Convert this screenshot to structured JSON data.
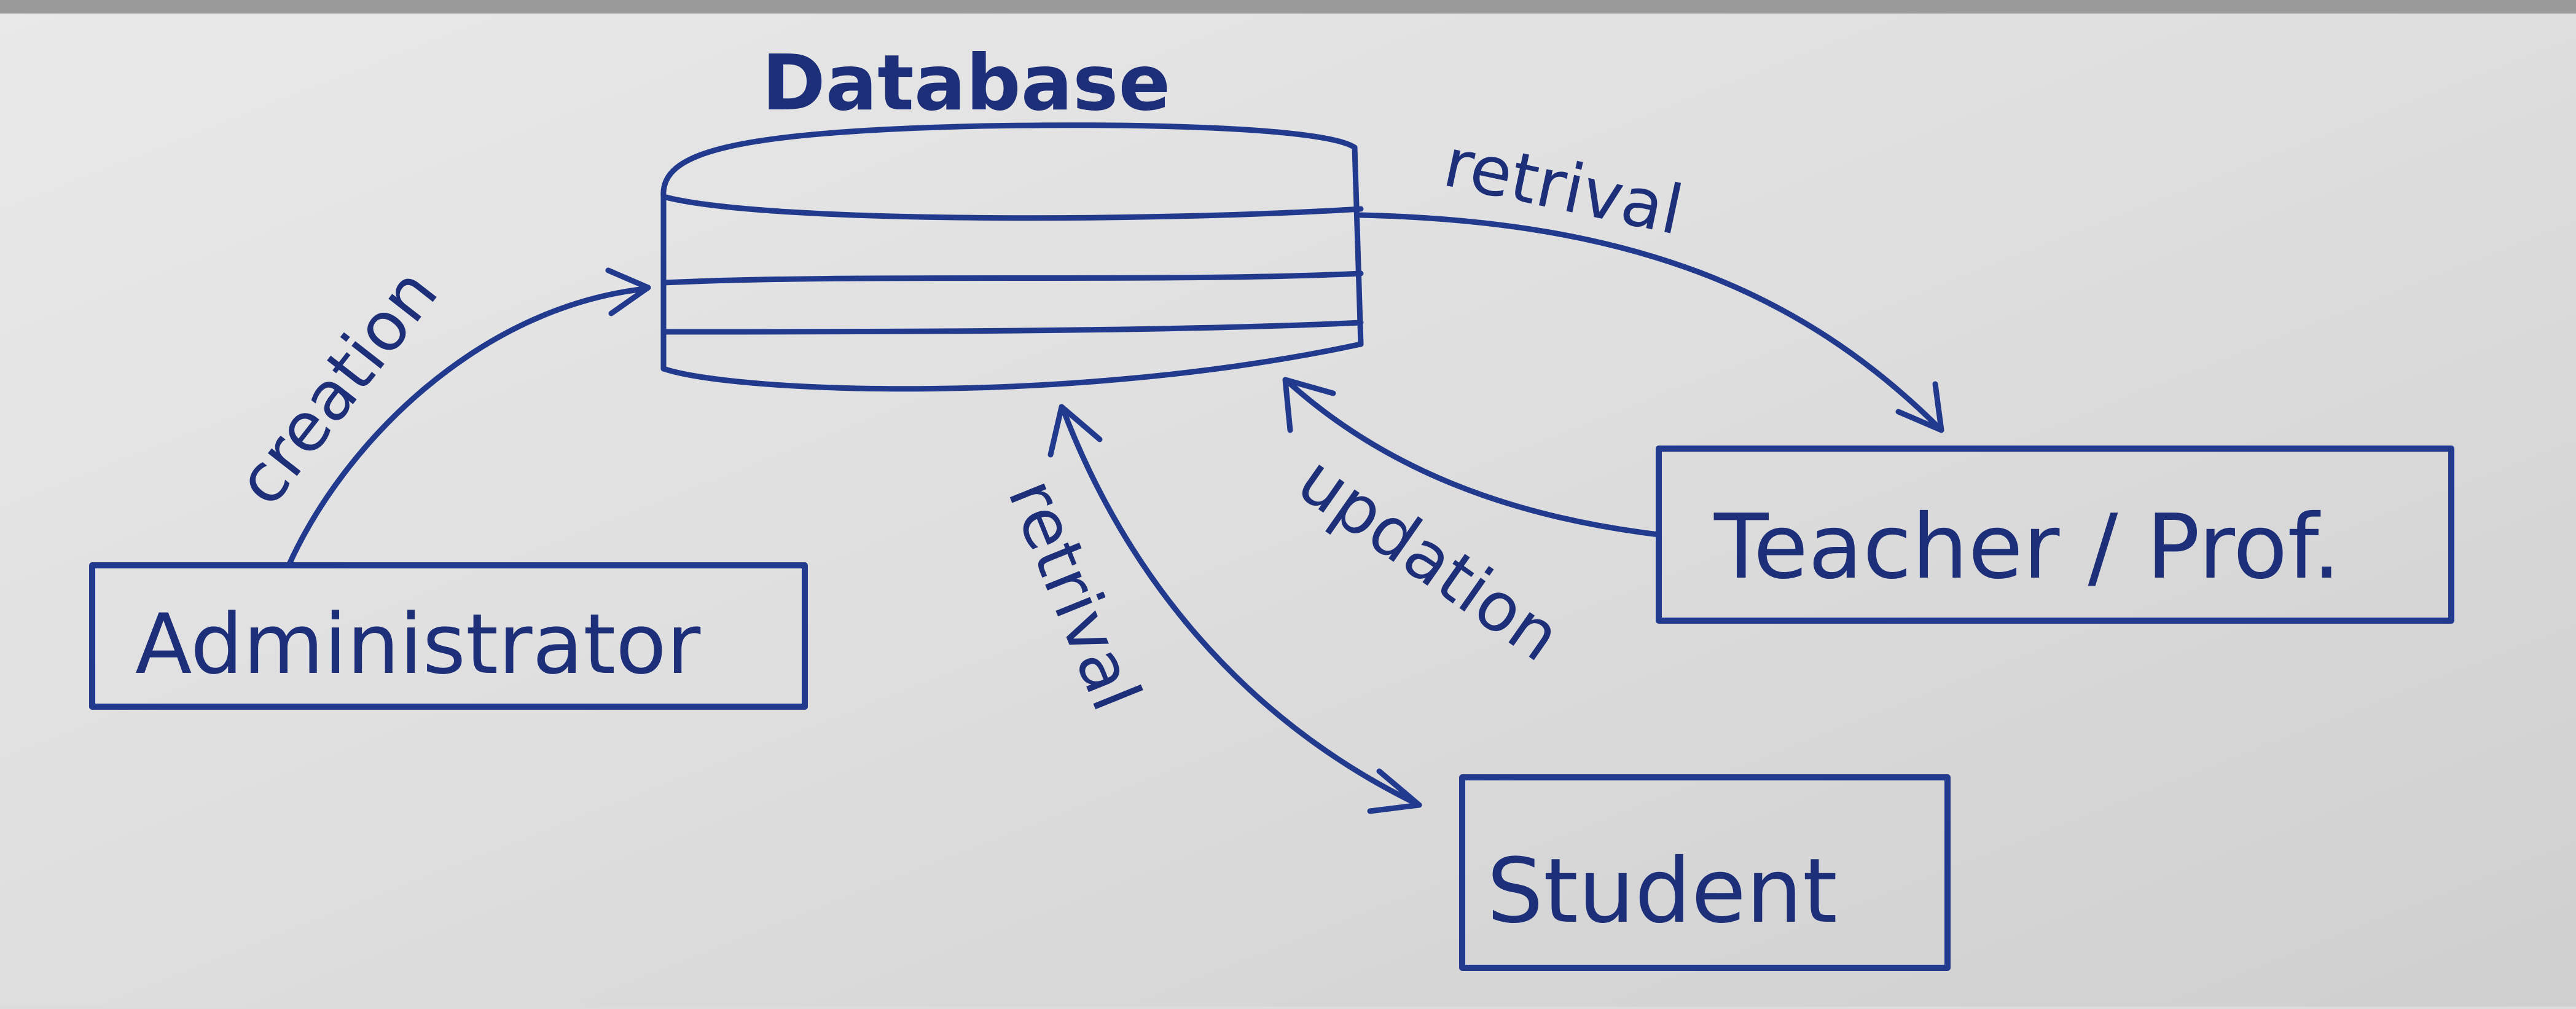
{
  "diagram": {
    "title": "Database",
    "nodes": {
      "administrator": "Administrator",
      "teacher": "Teacher / Prof.",
      "student": "Student"
    },
    "edges": {
      "creation": "creation",
      "retrieval_teacher": "retrival",
      "updation": "updation",
      "retrieval_student": "retrival"
    }
  }
}
